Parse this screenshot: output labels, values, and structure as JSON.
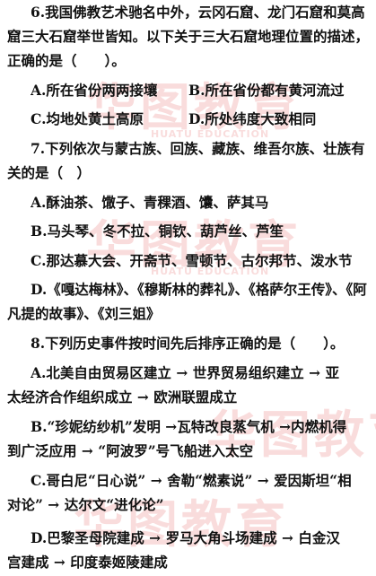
{
  "q6": {
    "line1": "6.我国佛教艺术驰名中外，云冈石窟、龙门石窟和莫高",
    "line2": "窟三大石窟举世皆知。以下关于三大石窟地理位置的描述，",
    "line3": "正确的是（　　）。",
    "optA": "A.所在省份两两接壤",
    "optB": "B.所在省份都有黄河流过",
    "optC": "C.均地处黄土高原",
    "optD": "D.所处纬度大致相同"
  },
  "q7": {
    "line1": "7.下列依次与蒙古族、回族、藏族、维吾尔族、壮族有",
    "line2": "关的是（　）",
    "optA": "A.酥油茶、馓子、青稞酒、馕、萨其马",
    "optB": "B.马头琴、冬不拉、铜钦、葫芦丝、芦笙",
    "optC": "C.那达慕大会、开斋节、雪顿节、古尔邦节、泼水节",
    "optD_line1": "D.《嘎达梅林》、《穆斯林的葬礼》、《格萨尔王传》、《阿",
    "optD_line2": "凡提的故事》、《刘三姐》"
  },
  "q8": {
    "line1": "8.下列历史事件按时间先后排序正确的是（　　）。",
    "optA_line1": "A.北美自由贸易区建立 → 世界贸易组织建立 → 亚",
    "optA_line2": "太经济合作组织成立 → 欧洲联盟成立",
    "optB_line1": "B.“珍妮纺纱机”发明 →瓦特改良蒸气机 →内燃机得",
    "optB_line2": "到广泛应用 → “阿波罗”号飞船进入太空",
    "optC_line1": "C.哥白尼“日心说” → 舍勒“燃素说” → 爱因斯坦“相",
    "optC_line2": "对论” → 达尔文“进化论”",
    "optD_line1": "D.巴黎圣母院建成 → 罗马大角斗场建成 → 白金汉",
    "optD_line2": "宫建成 → 印度泰姬陵建成"
  },
  "watermark": {
    "brand": "华图教育",
    "sub": "HUATU EDUCATION",
    "color": "#dc3c3c"
  }
}
